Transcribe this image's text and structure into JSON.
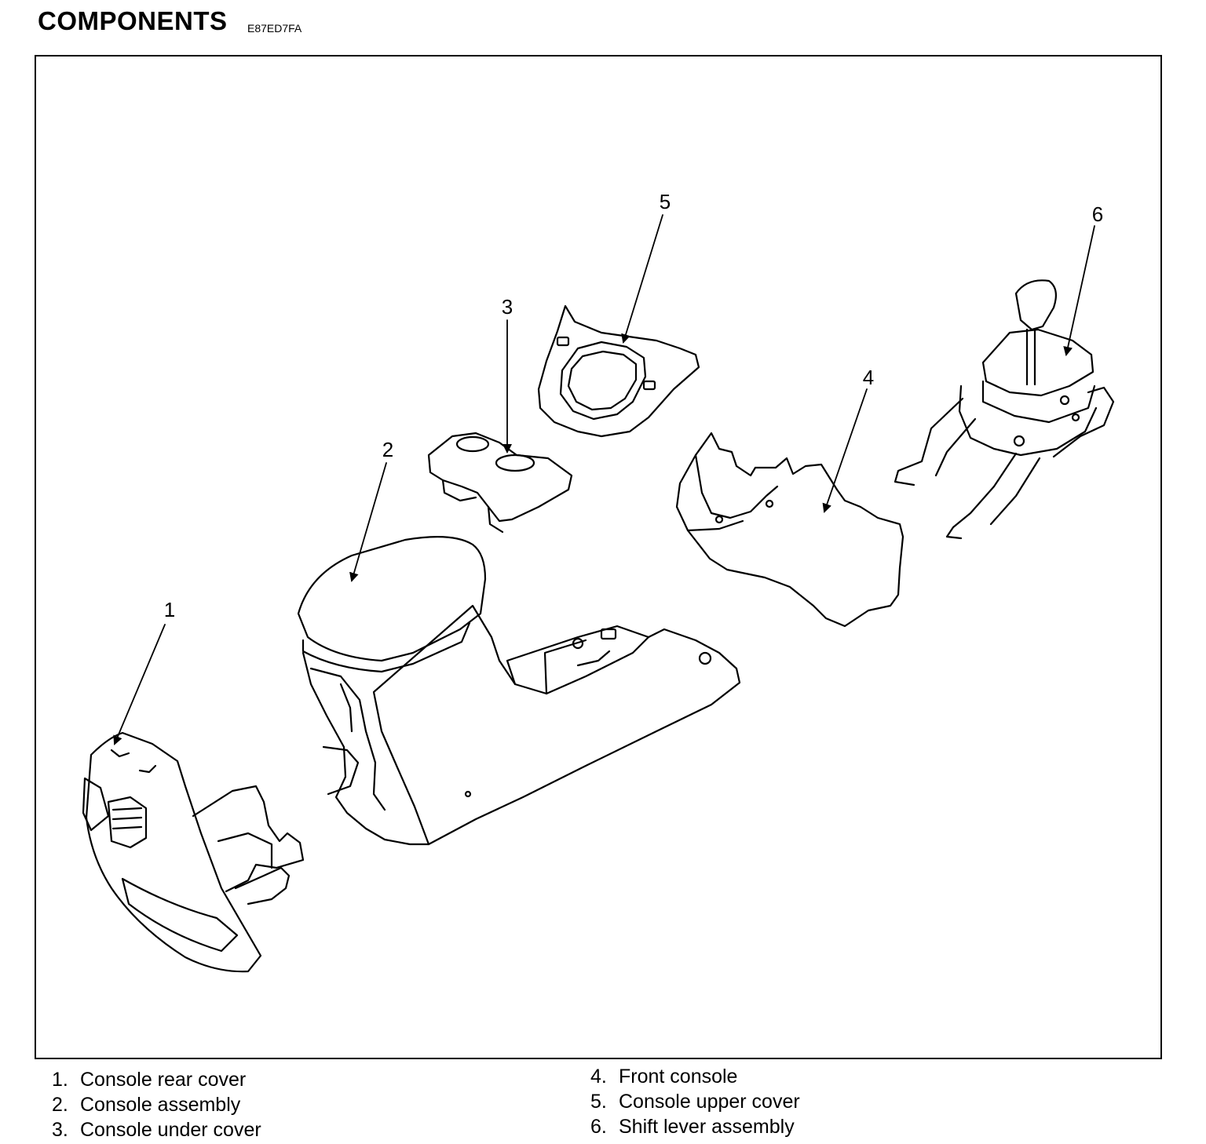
{
  "header": {
    "title": "COMPONENTS",
    "code": "E87ED7FA"
  },
  "diagram": {
    "callouts": [
      "1",
      "2",
      "3",
      "4",
      "5",
      "6"
    ]
  },
  "legend": {
    "left": [
      {
        "num": "1.",
        "label": "Console rear cover"
      },
      {
        "num": "2.",
        "label": "Console assembly"
      },
      {
        "num": "3.",
        "label": "Console under cover"
      }
    ],
    "right": [
      {
        "num": "4.",
        "label": "Front console"
      },
      {
        "num": "5.",
        "label": "Console upper cover"
      },
      {
        "num": "6.",
        "label": "Shift lever assembly"
      }
    ]
  }
}
